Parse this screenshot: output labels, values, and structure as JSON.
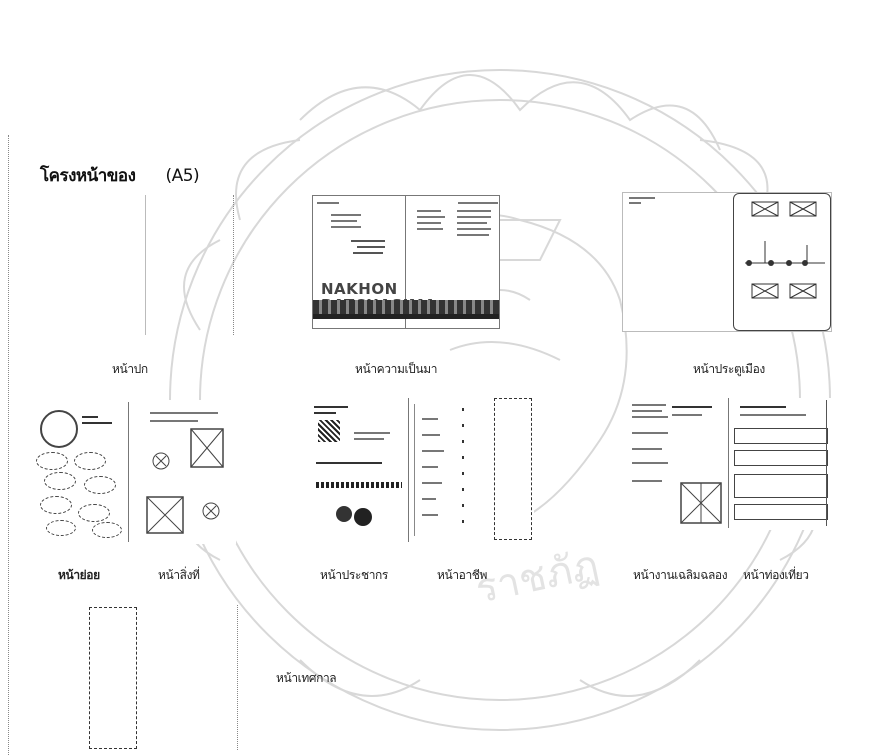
{
  "document": {
    "title": "โครงหน้าของ",
    "paper_size": "(A5)"
  },
  "cover_banner": {
    "text": "NAKHON RATCHASIMA"
  },
  "pages": [
    {
      "id": "cover",
      "caption": "หน้าปก"
    },
    {
      "id": "background",
      "caption": "หน้าความเป็นมา"
    },
    {
      "id": "gates",
      "caption": "หน้าประตูเมือง"
    },
    {
      "id": "summary",
      "caption": "หน้าย่อย"
    },
    {
      "id": "landmark",
      "caption": "หน้าสิ่งที่"
    },
    {
      "id": "population",
      "caption": "หน้าประชากร"
    },
    {
      "id": "history",
      "caption": "หน้าอาชีพ"
    },
    {
      "id": "festival",
      "caption": "หน้างานเฉลิมฉลอง"
    },
    {
      "id": "attractions",
      "caption": "หน้าท่องเที่ยว"
    },
    {
      "id": "back",
      "caption": "หน้าเทศกาล"
    }
  ],
  "watermark": {
    "text": "ราชภัฏ"
  }
}
